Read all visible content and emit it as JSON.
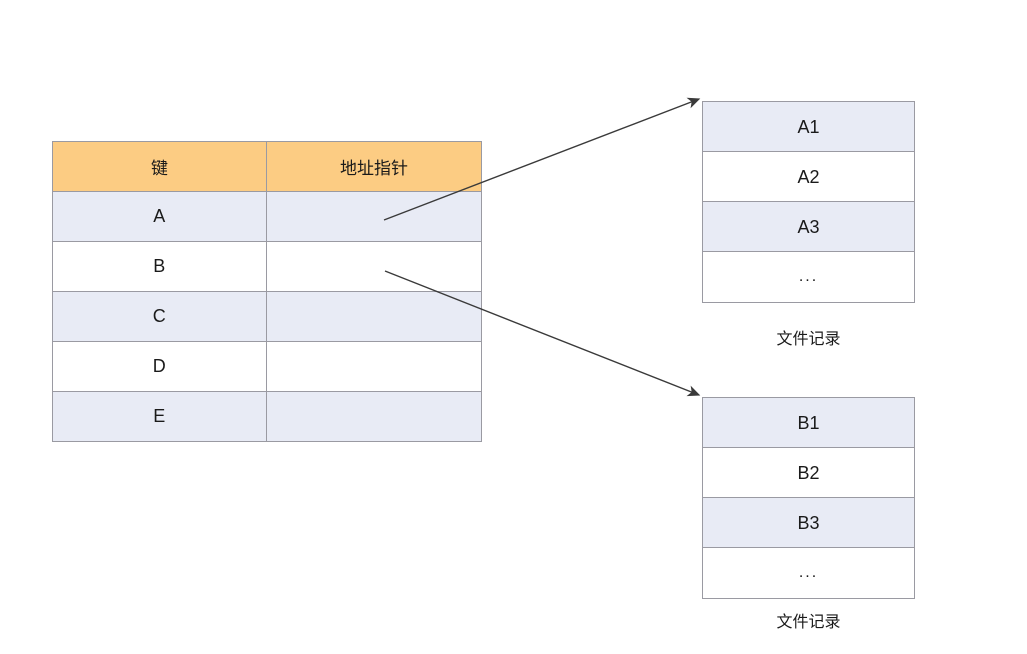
{
  "diagram": {
    "title_visible": false,
    "colors": {
      "header_fill": "#fccc83",
      "row_shaded_fill": "#e8ebf5",
      "row_plain_fill": "#ffffff",
      "border": "#9a9aa2",
      "arrow": "#3a3a3a",
      "text": "#1a1a1a",
      "background": "#ffffff"
    }
  },
  "index_table": {
    "headers": {
      "key": "键",
      "pointer": "地址指针"
    },
    "rows": [
      {
        "key": "A",
        "pointer": ""
      },
      {
        "key": "B",
        "pointer": ""
      },
      {
        "key": "C",
        "pointer": ""
      },
      {
        "key": "D",
        "pointer": ""
      },
      {
        "key": "E",
        "pointer": ""
      }
    ]
  },
  "record_blocks": [
    {
      "id": "block-a",
      "caption": "文件记录",
      "rows": [
        "A1",
        "A2",
        "A3",
        "..."
      ]
    },
    {
      "id": "block-b",
      "caption": "文件记录",
      "rows": [
        "B1",
        "B2",
        "B3",
        "..."
      ]
    }
  ],
  "arrows": [
    {
      "id": "arrow-a",
      "from": "index-row-A-pointer",
      "to": "block-a"
    },
    {
      "id": "arrow-b",
      "from": "index-row-B-pointer",
      "to": "block-b"
    }
  ]
}
